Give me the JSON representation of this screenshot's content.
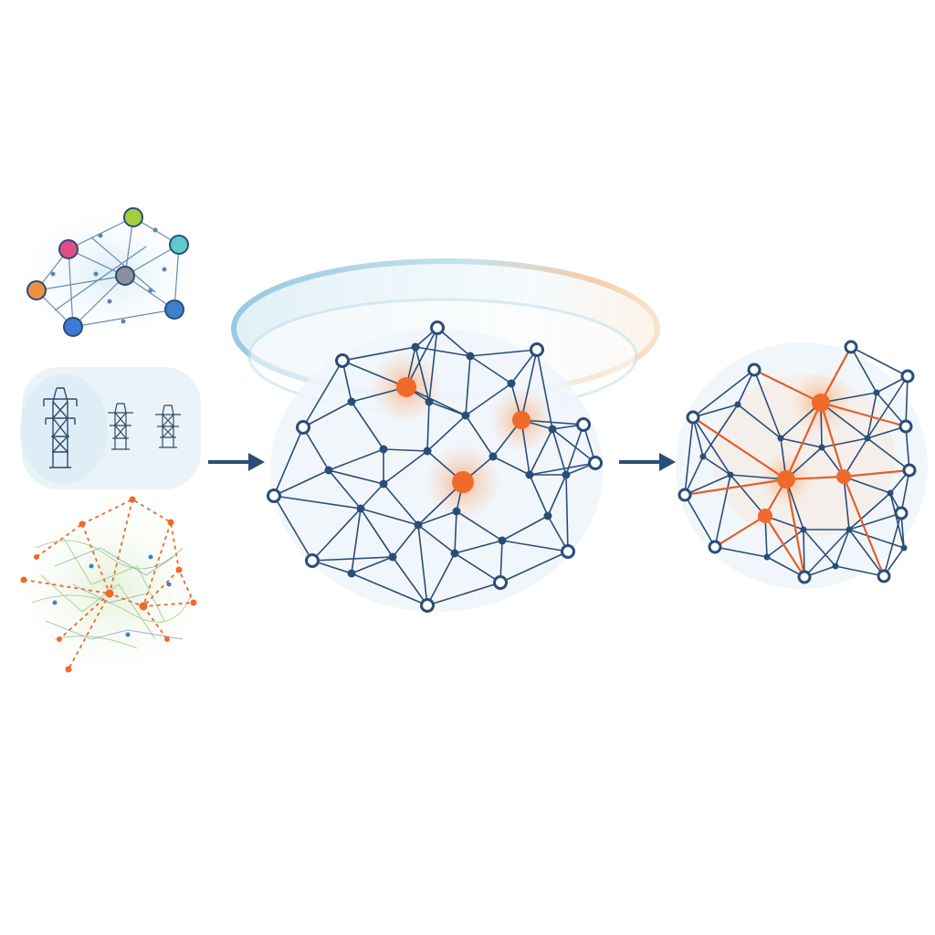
{
  "diagram": {
    "stages": [
      "input-sources",
      "graph-processing",
      "output-graph"
    ],
    "colors": {
      "node_blue": "#2a4d78",
      "hub_orange": "#f06a2c",
      "halo_blue": "#a9d3e8",
      "halo_orange": "#f4b07a",
      "input_node_colors": [
        "#a6cf3d",
        "#e24d86",
        "#5ecac9",
        "#ef9240",
        "#8e8e9c",
        "#3f7fcc",
        "#3a7bd5"
      ]
    },
    "icons": [
      "colored-node-graph-icon",
      "transmission-tower-icon",
      "orange-dashed-network-icon",
      "right-arrow-icon"
    ]
  }
}
